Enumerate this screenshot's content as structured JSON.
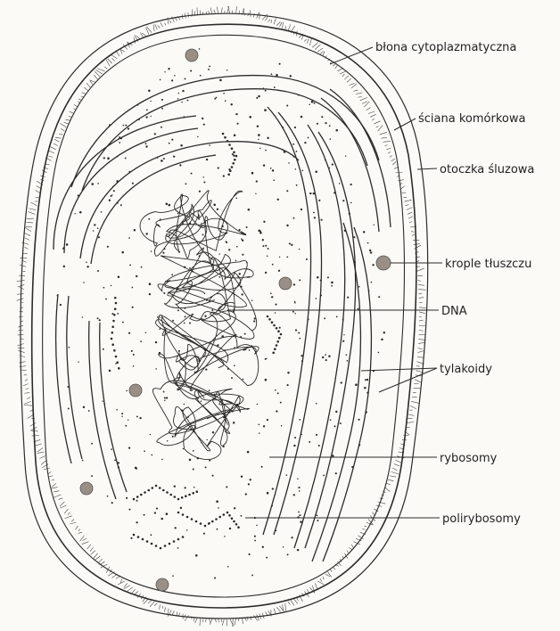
{
  "labels": {
    "membrane": "błona cytoplazmatyczna",
    "cell_wall": "ściana komórkowa",
    "mucilage": "otoczka śluzowa",
    "fat_droplets": "krople tłuszczu",
    "dna": "DNA",
    "thylakoids": "tylakoidy",
    "ribosomes": "rybosomy",
    "polyribosomes": "polirybosomy"
  },
  "colors": {
    "ink": "#2b2b2b",
    "paper": "#fbfaf6",
    "droplet": "#9a8f86"
  }
}
